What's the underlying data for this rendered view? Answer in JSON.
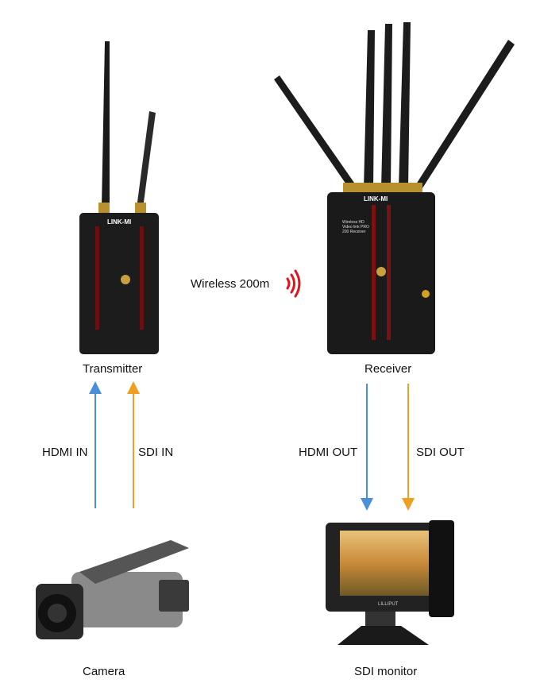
{
  "transmitter": {
    "label": "Transmitter",
    "logo": "LINK-MI"
  },
  "receiver": {
    "label": "Receiver",
    "logo": "LINK-MI",
    "product_text": "Wireless HD Video link PRO 200 Receiver"
  },
  "wireless": {
    "label": "Wireless 200m",
    "color": "#e0141e"
  },
  "inputs": {
    "hdmi": "HDMI IN",
    "sdi": "SDI IN"
  },
  "outputs": {
    "hdmi": "HDMI OUT",
    "sdi": "SDI OUT"
  },
  "source": {
    "label": "Camera"
  },
  "display": {
    "label": "SDI monitor",
    "logo": "LILLIPUT"
  },
  "colors": {
    "hdmi": "#4a90d9",
    "sdi": "#f0a020"
  }
}
